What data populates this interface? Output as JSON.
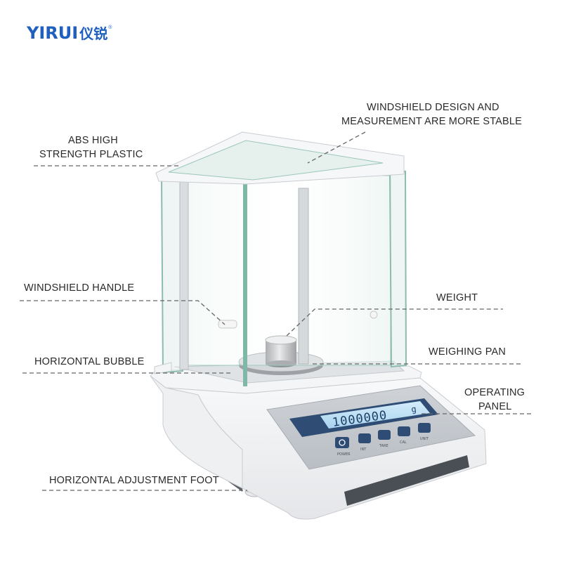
{
  "brand": {
    "name_latin": "YIRUI",
    "name_cn": "仪锐",
    "registered": "®"
  },
  "callouts": {
    "windshield_design_line1": "WINDSHIELD DESIGN AND",
    "windshield_design_line2": "MEASUREMENT ARE MORE STABLE",
    "abs_line1": "ABS HIGH",
    "abs_line2": "STRENGTH PLASTIC",
    "windshield_handle": "WINDSHIELD HANDLE",
    "weight": "WEIGHT",
    "horizontal_bubble": "HORIZONTAL BUBBLE",
    "weighing_pan": "WEIGHING PAN",
    "operating_panel_line1": "OPERATING",
    "operating_panel_line2": "PANEL",
    "adjustment_foot": "HORIZONTAL ADJUSTMENT FOOT"
  },
  "display": {
    "reading": "1000000",
    "unit": "g",
    "lcd_color": "#bfe0f5"
  },
  "keypad": {
    "power": "POWER",
    "key2": "INT",
    "key3": "TARE",
    "key4": "CAL",
    "key5": "UNIT"
  },
  "colors": {
    "brand": "#1f5fbf",
    "label_text": "#2a2a2a",
    "leader_line": "#666666"
  }
}
